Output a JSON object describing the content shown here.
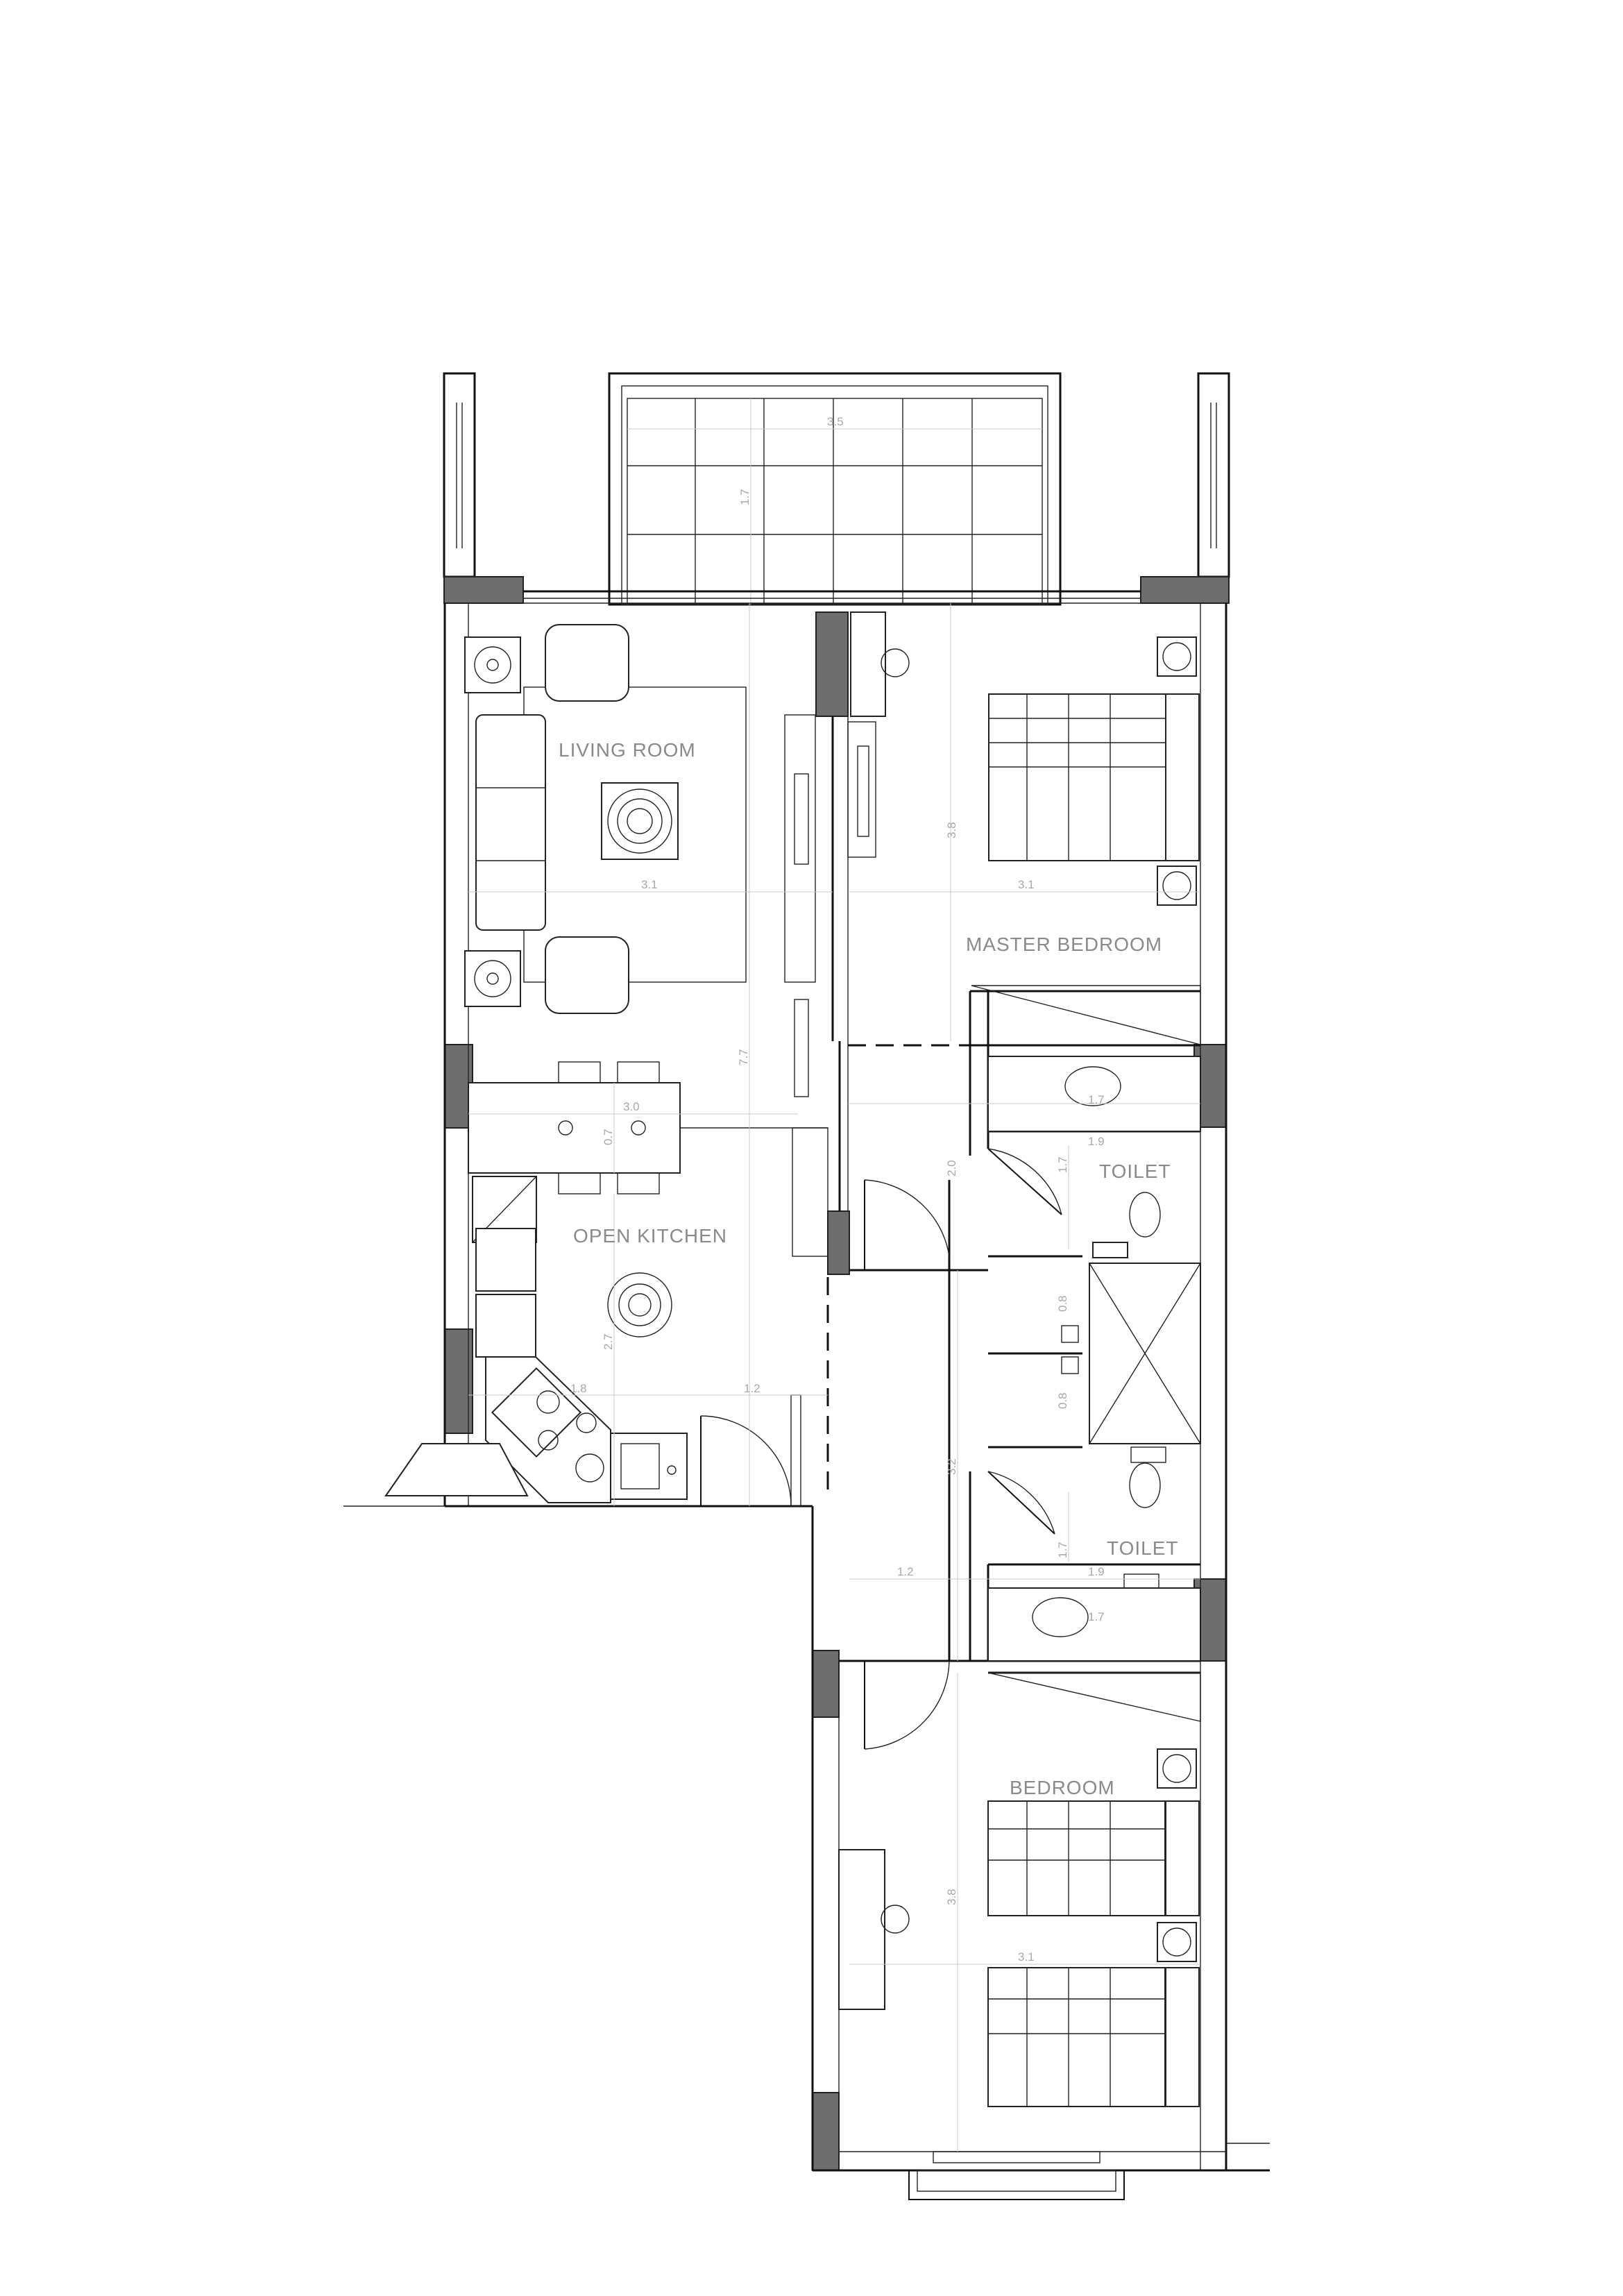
{
  "rooms": {
    "living_room": "LIVING ROOM",
    "master_bedroom": "MASTER BEDROOM",
    "toilet_1": "TOILET",
    "open_kitchen": "OPEN KITCHEN",
    "toilet_2": "TOILET",
    "bedroom": "BEDROOM"
  },
  "dimensions": {
    "balcony_width": "3.5",
    "balcony_depth": "1.7",
    "living_width": "3.1",
    "master_width": "3.1",
    "master_depth": "3.8",
    "apartment_length": "7.7",
    "vanity_1": "1.7",
    "toilet_1_width": "1.9",
    "toilet_1_depth": "1.7",
    "corridor_upper": "2.0",
    "dining_width": "3.0",
    "dining_depth": "0.7",
    "closet_upper": "0.8",
    "closet_lower": "0.8",
    "kitchen_depth": "2.7",
    "kitchen_width": "1.8",
    "kitchen_entry": "1.2",
    "corridor_lower": "3.2",
    "toilet_2_depth": "1.7",
    "toilet_2_width": "1.9",
    "vanity_2": "1.7",
    "corridor_width": "1.2",
    "bedroom_depth": "3.8",
    "bedroom_width": "3.1"
  }
}
